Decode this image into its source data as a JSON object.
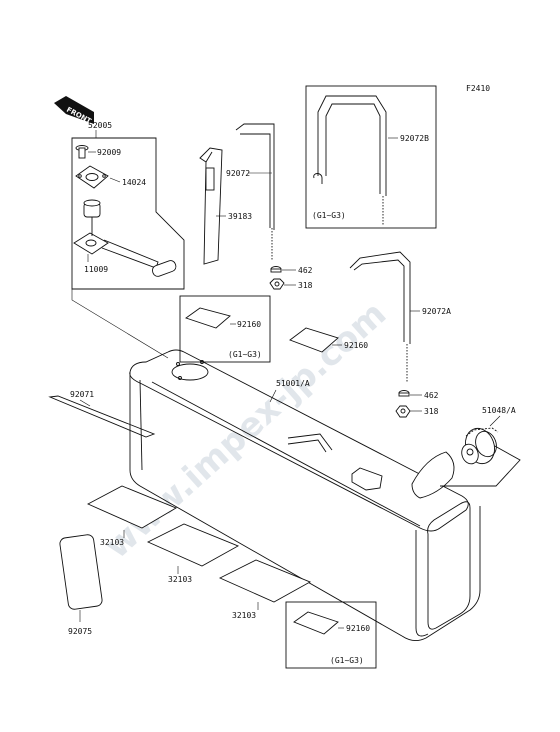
{
  "figure_code": "F2410",
  "watermark": "www.impex-jp.com",
  "front_tag": "FRONT",
  "labels": {
    "p52005": "52005",
    "p92009": "92009",
    "p14024": "14024",
    "p11009": "11009",
    "p92072": "92072",
    "p39183": "39183",
    "p92072B": "92072B",
    "g1g3_a": "(G1~G3)",
    "p462_a": "462",
    "p318_a": "318",
    "p92072A": "92072A",
    "p92160_a": "92160",
    "g1g3_b": "(G1~G3)",
    "p92160_b": "92160",
    "p51001A": "51001/A",
    "p92071": "92071",
    "p462_b": "462",
    "p318_b": "318",
    "p51048A": "51048/A",
    "p32103_a": "32103",
    "p32103_b": "32103",
    "p32103_c": "32103",
    "p92075": "92075",
    "p92160_c": "92160",
    "g1g3_c": "(G1~G3)"
  }
}
